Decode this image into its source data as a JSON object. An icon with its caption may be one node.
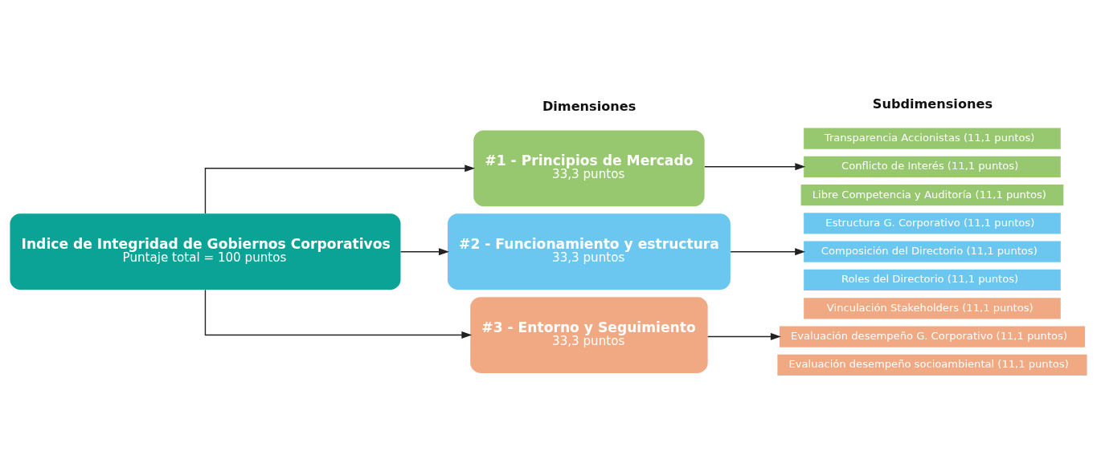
{
  "diagram": {
    "nodes": [
      {
        "text": [
          "Indice de Integridad de Gobiernos Corporativos",
          "Puntaje total = 100 puntos"
        ]
      },
      {
        "text": [
          "#1 - Principios de Mercado",
          "33,3 puntos"
        ]
      },
      {
        "text": [
          "#2 - Funcionamiento y estructura",
          "33,3 puntos"
        ]
      },
      {
        "text": [
          "#3 - Entorno y Seguimiento",
          "33,3 puntos"
        ]
      },
      {
        "text": [
          "Transparencia Accionistas (11,1 puntos)"
        ]
      },
      {
        "text": [
          "Conflicto de Interés (11,1 puntos)"
        ]
      },
      {
        "text": [
          "Libre Competencia y Auditoría (11,1 puntos)"
        ]
      },
      {
        "text": [
          "Estructura G. Corporativo (11,1 puntos)"
        ]
      },
      {
        "text": [
          "Composición del Directorio (11,1 puntos)"
        ]
      },
      {
        "text": [
          "Roles del Directorio (11,1 puntos)"
        ]
      },
      {
        "text": [
          "Vinculación Stakeholders (11,1 puntos)"
        ]
      },
      {
        "text": [
          "Evaluación desempeño G. Corporativo (11,1 puntos)"
        ]
      },
      {
        "text": [
          "Evaluación desempeño socioambiental (11,1 puntos)"
        ]
      }
    ],
    "edges": [
      {
        "from": 0,
        "to": 1,
        "arrow": "to"
      },
      {
        "from": 0,
        "to": 2,
        "arrow": "to"
      },
      {
        "from": 0,
        "to": 3,
        "arrow": "to"
      },
      {
        "from": 1,
        "to": 5,
        "arrow": "to"
      },
      {
        "from": 2,
        "to": 8,
        "arrow": "to"
      },
      {
        "from": 3,
        "to": 11,
        "arrow": "to"
      }
    ],
    "labels": [
      "Dimensiones",
      "Subdimensiones"
    ]
  }
}
